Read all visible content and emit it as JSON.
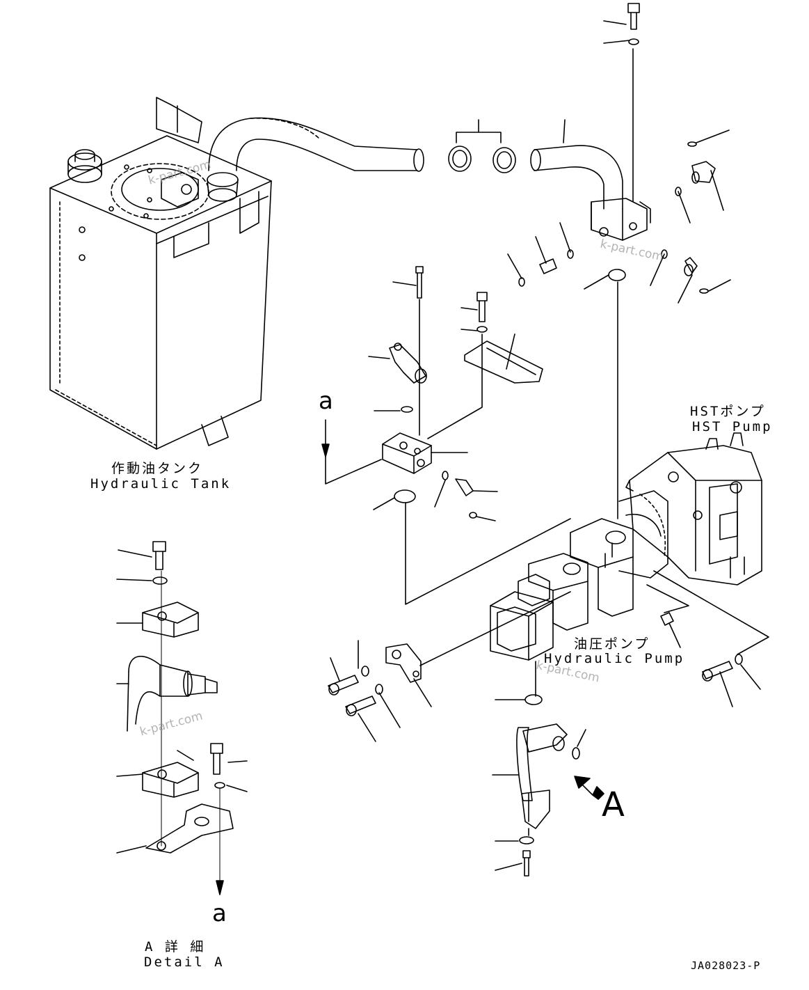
{
  "labels": {
    "hydraulic_tank_jp": "作動油タンク",
    "hydraulic_tank_en": "Hydraulic Tank",
    "hst_pump_jp": "HSTポンプ",
    "hst_pump_en": "HST Pump",
    "hydraulic_pump_jp": "油圧ポンプ",
    "hydraulic_pump_en": "Hydraulic Pump",
    "detail_a_jp": "A 詳 細",
    "detail_a_en": "Detail A",
    "view_marker": "A",
    "ref_upper": "a",
    "ref_lower": "a",
    "drawing_code": "JA028023-P"
  },
  "watermarks": [
    "k-part.com",
    "k-part.com",
    "k-part.com",
    "k-part.com"
  ]
}
